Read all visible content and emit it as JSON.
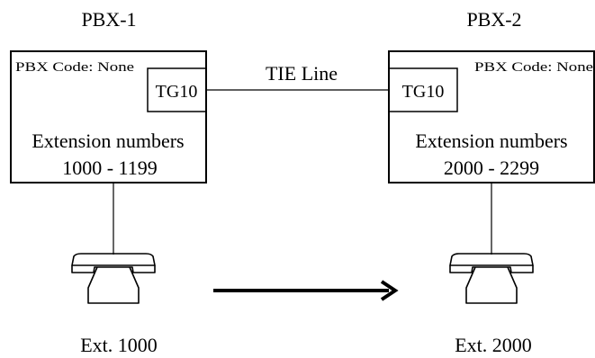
{
  "pbx1": {
    "title": "PBX-1",
    "code_label": "PBX Code: None",
    "trunk_group": "TG10",
    "ext_label": "Extension numbers",
    "ext_range": "1000 - 1199",
    "phone_label": "Ext. 1000"
  },
  "pbx2": {
    "title": "PBX-2",
    "code_label": "PBX Code: None",
    "trunk_group": "TG10",
    "ext_label": "Extension numbers",
    "ext_range": "2000 - 2299",
    "phone_label": "Ext. 2000"
  },
  "link": {
    "label": "TIE Line"
  },
  "icons": {
    "phone": "telephone-icon",
    "arrow": "right-arrow-icon"
  }
}
